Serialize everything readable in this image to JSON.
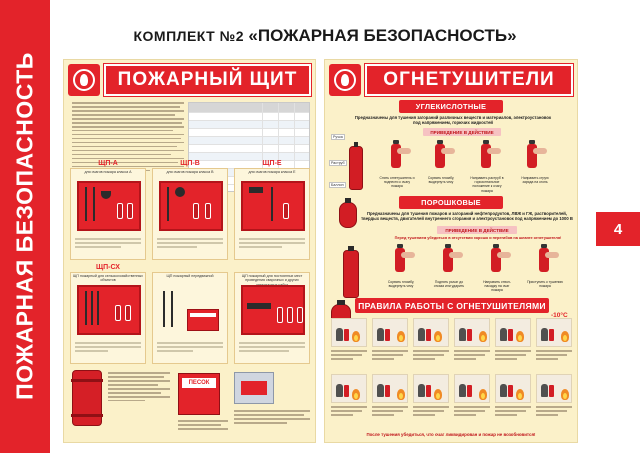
{
  "side": {
    "title": "ПОЖАРНАЯ БЕЗОПАСНОСТЬ",
    "band_color": "#e3232a"
  },
  "header": {
    "prefix": "КОМПЛЕКТ №2 ",
    "title": "«ПОЖАРНАЯ БЕЗОПАСНОСТЬ»"
  },
  "page_number": "4",
  "left_poster": {
    "title": "ПОЖАРНЫЙ ЩИТ",
    "shields": [
      {
        "code": "ЩП-А",
        "desc": "для очагов пожара класса А"
      },
      {
        "code": "ЩП-В",
        "desc": "для очагов пожара класса B"
      },
      {
        "code": "ЩП-Е",
        "desc": "для очагов пожара класса E"
      },
      {
        "code": "ЩП-СХ",
        "desc": "ЩП пожарный для сельскохозяйственных объектов"
      },
      {
        "code": "",
        "desc": "ЩП пожарный передвижной"
      },
      {
        "code": "",
        "desc": "ЩП пожарный для постоянных мест проведения сварочных и других огнеопасных работ"
      }
    ],
    "sand_label": "ПЕСОК"
  },
  "right_poster": {
    "title": "ОГНЕТУШИТЕЛИ",
    "co2": {
      "heading": "УГЛЕКИСЛОТНЫЕ",
      "purpose": "Предназначены для тушения загораний различных веществ и материалов, электроустановок под напряжением, горючих жидкостей",
      "action_label": "ПРИВЕДЕНИЕ В ДЕЙСТВИЕ",
      "part_labels": [
        "Ручка",
        "Раструб",
        "Баллон"
      ],
      "steps": [
        "Снять огнетушитель и поднести к очагу пожара",
        "Сорвать пломбу, выдернуть чеку",
        "Направить раструб в горизонтальное положение к очагу пожара",
        "Направить струю заряда на огонь"
      ]
    },
    "powder": {
      "heading": "ПОРОШКОВЫЕ",
      "purpose": "Предназначены для тушения пожаров и загораний нефтепродуктов, ЛВЖ и ГЖ, растворителей, твердых веществ, двигателей внутреннего сгорания и электроустановок под напряжением до 1000 В",
      "action_label": "ПРИВЕДЕНИЕ В ДЕЙСТВИЕ",
      "note": "Перед тушением убедиться в отсутствии хорошо и перегибов на шланге огнетушителя!",
      "steps": [
        "Сорвать пломбу, выдернуть чеку",
        "Поднять рычаг до отказа или ударить",
        "Направить ствол-насадку на очаг пожара",
        "Приступить к тушению пожара"
      ]
    },
    "rules": {
      "heading": "ПРАВИЛА РАБОТЫ С ОГНЕТУШИТЕЛЯМИ",
      "temperature": "-10°С",
      "footer": "После тушения убедиться, что очаг ликвидирован и пожар не возобновится!"
    }
  }
}
